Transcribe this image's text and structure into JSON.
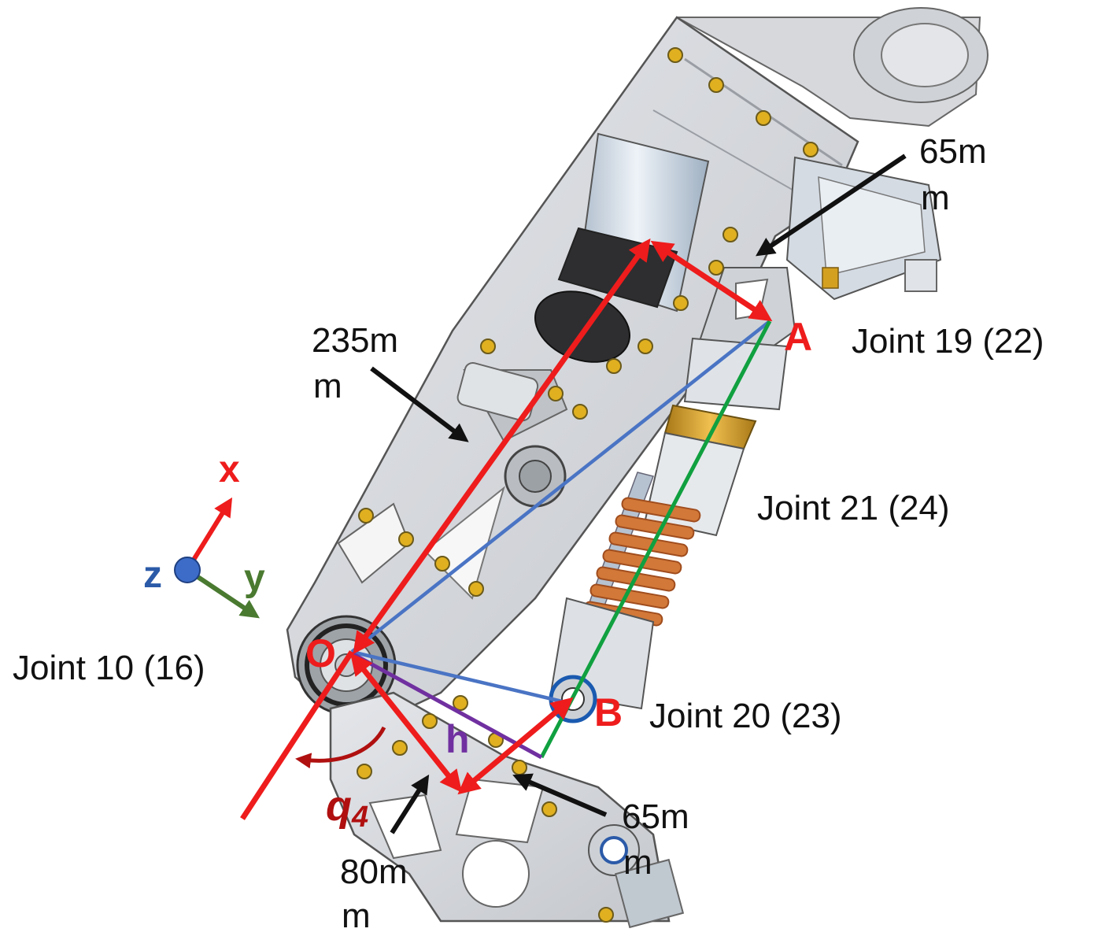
{
  "labels": {
    "point_o": "O",
    "point_a": "A",
    "point_b": "B",
    "height": "h",
    "angle_sym": "q",
    "angle_sub": "4",
    "joint_a": "Joint 19 (22)",
    "joint_21": "Joint 21 (24)",
    "joint_o": "Joint 10 (16)",
    "joint_b": "Joint 20 (23)"
  },
  "dimensions": {
    "top_right": [
      "65m",
      "m"
    ],
    "upper_left": [
      "235m",
      "m"
    ],
    "lower_right": [
      "65m",
      "m"
    ],
    "lower_left": [
      "80m",
      "m"
    ]
  },
  "axes": {
    "x": "x",
    "y": "y",
    "z": "z"
  },
  "colors": {
    "red": "#ee1c1c",
    "dark_red": "#b01010",
    "blue_line": "#4a74c4",
    "green_line": "#10a040",
    "purple_line": "#7030a0",
    "axis_y": "#4a7a30",
    "axis_z": "#2b5aa8",
    "spring": "#c8642a",
    "gold": "#d8a020"
  }
}
